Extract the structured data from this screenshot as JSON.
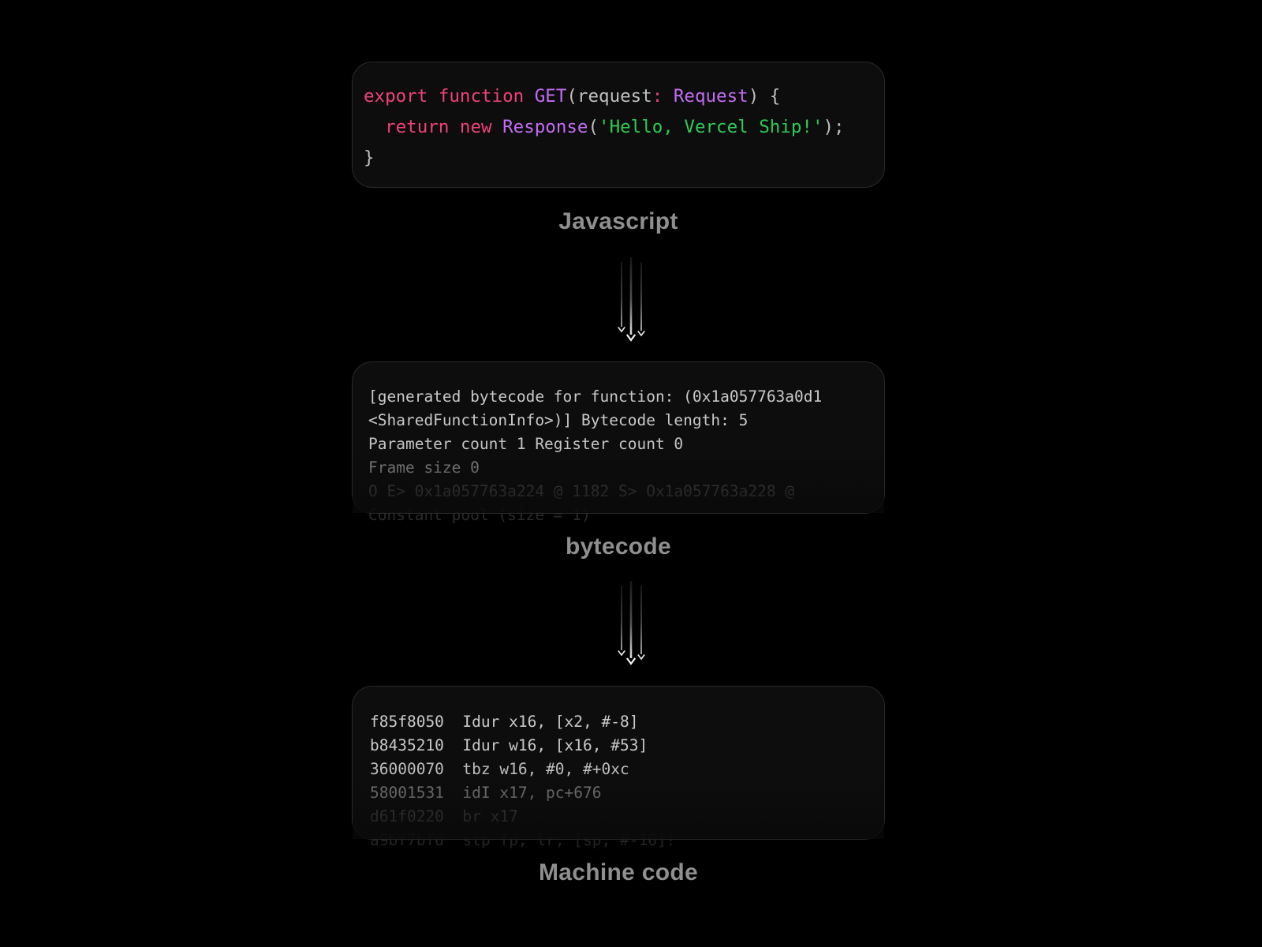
{
  "page": {
    "background": "#000000",
    "card_background": "#0d0d0d",
    "card_border": "#2a2a2a",
    "label_color": "#8f8f8f",
    "arrow_color": "#ffffff"
  },
  "palette": {
    "keyword": "#ef4277",
    "entity": "#c26df2",
    "string": "#2ecb55",
    "plain": "#bfbfbf"
  },
  "sections": [
    {
      "id": "javascript",
      "label": "Javascript",
      "code": {
        "lines": [
          {
            "tokens": [
              {
                "t": "export",
                "c": "keyword"
              },
              {
                "t": " "
              },
              {
                "t": "function",
                "c": "keyword"
              },
              {
                "t": " "
              },
              {
                "t": "GET",
                "c": "entity"
              },
              {
                "t": "(request",
                "c": "plain"
              },
              {
                "t": ":",
                "c": "keyword"
              },
              {
                "t": " "
              },
              {
                "t": "Request",
                "c": "entity"
              },
              {
                "t": ") {",
                "c": "plain"
              }
            ]
          },
          {
            "tokens": [
              {
                "t": "  "
              },
              {
                "t": "return",
                "c": "keyword"
              },
              {
                "t": " "
              },
              {
                "t": "new",
                "c": "keyword"
              },
              {
                "t": " "
              },
              {
                "t": "Response",
                "c": "entity"
              },
              {
                "t": "(",
                "c": "plain"
              },
              {
                "t": "'Hello, Vercel Ship!'",
                "c": "string"
              },
              {
                "t": ");",
                "c": "plain"
              }
            ]
          },
          {
            "tokens": [
              {
                "t": "}",
                "c": "plain"
              }
            ]
          }
        ]
      }
    },
    {
      "id": "bytecode",
      "label": "bytecode",
      "code": {
        "lines": [
          {
            "text": "[generated bytecode for function: (0x1a057763a0d1",
            "color": "#c9c9c9"
          },
          {
            "text": "<SharedFunctionInfo>)] Bytecode length: 5",
            "color": "#c9c9c9"
          },
          {
            "text": "Parameter count 1 Register count 0",
            "color": "#c3c3c3"
          },
          {
            "text": "Frame size 0",
            "color": "#8a8a8a"
          },
          {
            "text": "O E> 0x1a057763a224 @ 1182 S> Ox1a057763a228 @",
            "color": "#4e4e4e"
          },
          {
            "text": "Constant pool (size = 1)",
            "color": "#2b2b2b"
          }
        ]
      }
    },
    {
      "id": "machine-code",
      "label": "Machine code",
      "code": {
        "lines": [
          {
            "text": "f85f8050  Idur x16, [x2, #-8]",
            "color": "#c9c9c9"
          },
          {
            "text": "b8435210  Idur w16, [x16, #53]",
            "color": "#c9c9c9"
          },
          {
            "text": "36000070  tbz w16, #0, #+0xc",
            "color": "#bdbdbd"
          },
          {
            "text": "58001531  idI x17, pc+676",
            "color": "#7d7d7d"
          },
          {
            "text": "d61f0220  br x17",
            "color": "#4a4a4a"
          },
          {
            "text": "a9bf7bfd  stp fp, lr, [sp, #-16]!",
            "color": "#242424"
          }
        ]
      }
    }
  ],
  "arrows": [
    {
      "from": "javascript",
      "to": "bytecode",
      "icon": "triple-down-arrow"
    },
    {
      "from": "bytecode",
      "to": "machine-code",
      "icon": "triple-down-arrow"
    }
  ]
}
